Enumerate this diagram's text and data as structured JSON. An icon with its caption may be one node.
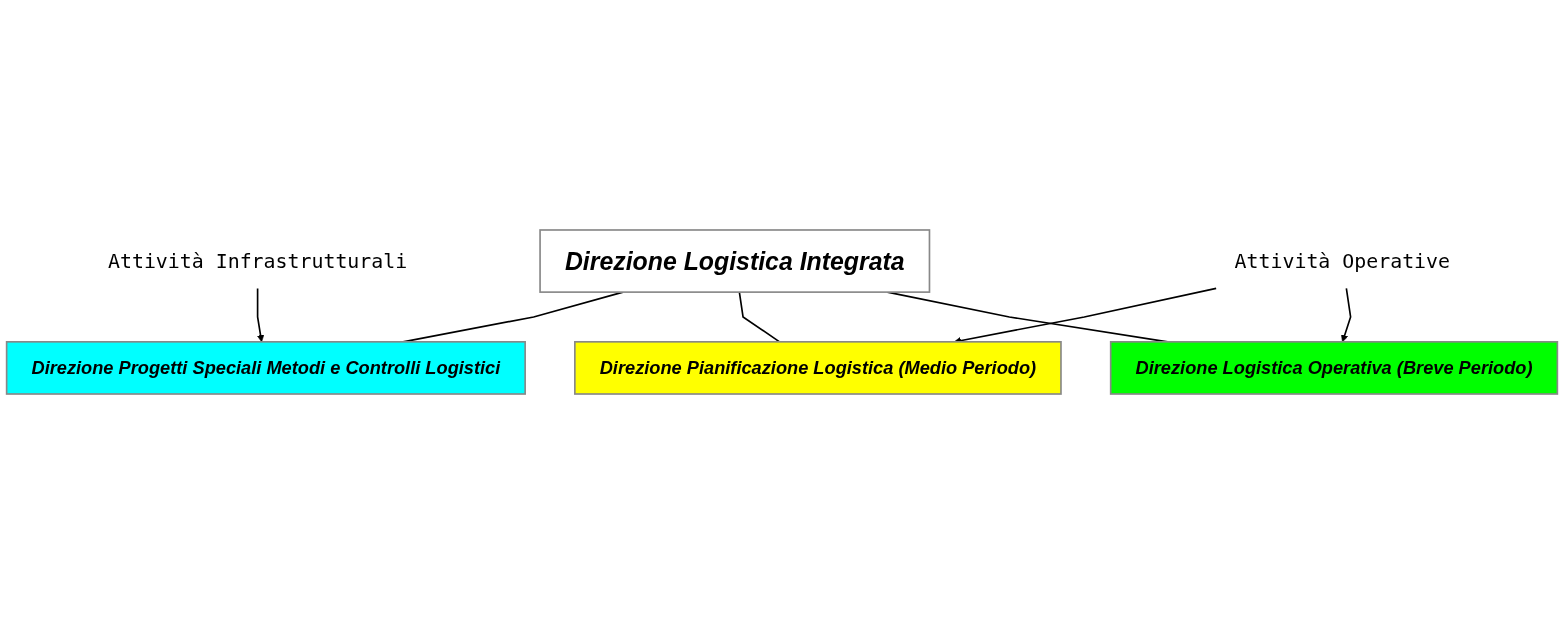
{
  "diagram": {
    "nodes": [
      {
        "text": [
          "Direzione Logistica Integrata"
        ]
      },
      {
        "text": [
          "Direzione Progetti Speciali Metodi e Controlli Logistici"
        ]
      },
      {
        "text": [
          "Direzione Pianificazione Logistica (Medio Periodo)"
        ]
      },
      {
        "text": [
          "Direzione Logistica Operativa (Breve Periodo)"
        ]
      },
      {
        "text": [
          "Attività Infrastrutturali"
        ]
      },
      {
        "text": [
          "Attività Operative"
        ]
      }
    ],
    "edges": [
      {
        "from": 0,
        "to": 1,
        "arrow": "none"
      },
      {
        "from": 0,
        "to": 2,
        "arrow": "none"
      },
      {
        "from": 0,
        "to": 3,
        "arrow": "none"
      },
      {
        "from": 4,
        "to": 1,
        "arrow": "to"
      },
      {
        "from": 5,
        "to": 2,
        "arrow": "to"
      },
      {
        "from": 5,
        "to": 3,
        "arrow": "to"
      }
    ]
  }
}
